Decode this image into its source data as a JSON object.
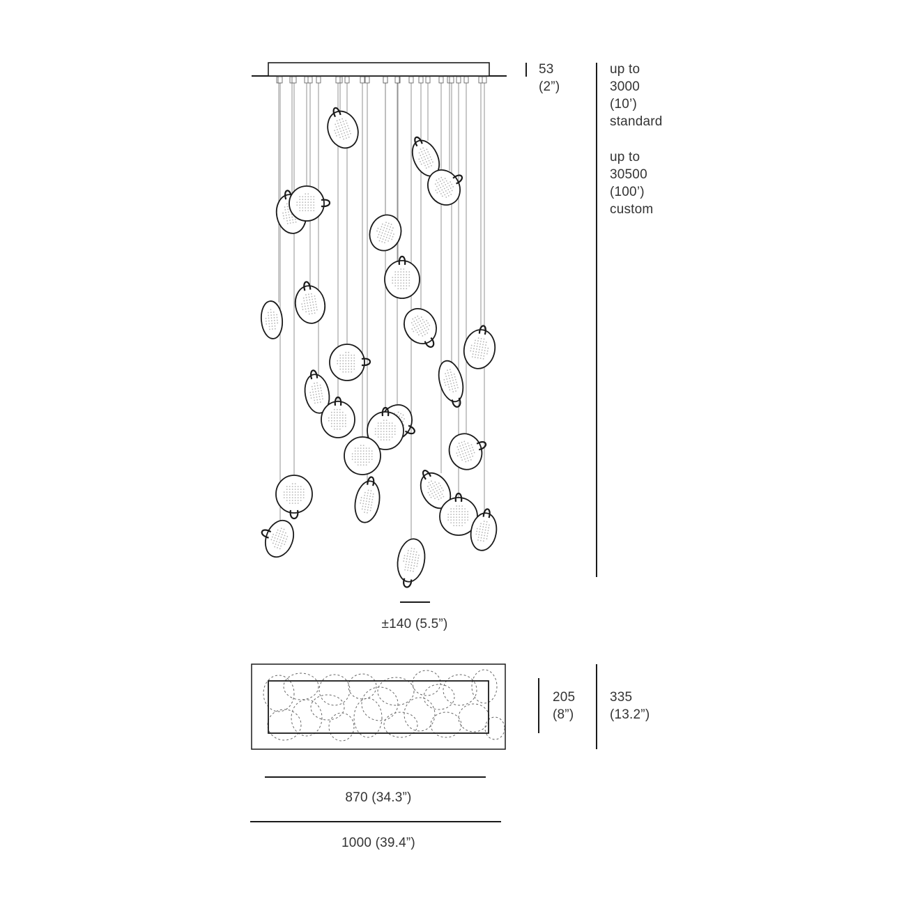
{
  "dimensions": {
    "canopy_height": {
      "mm": "53",
      "in": "(2”)"
    },
    "drop": {
      "standard": [
        "up to",
        "3000",
        "(10’)",
        "standard"
      ],
      "custom": [
        "up to",
        "30500",
        "(100’)",
        "custom"
      ]
    },
    "pendant_width": "±140 (5.5”)",
    "plan_inner_depth": {
      "mm": "205",
      "in": "(8”)"
    },
    "plan_outer_depth": {
      "mm": "335",
      "in": "(13.2”)"
    },
    "canopy_length": "870  (34.3”)",
    "overall_length": "1000  (39.4”)"
  },
  "colors": {
    "line": "#1a1a1a",
    "thin_line": "#555555",
    "text": "#333333"
  }
}
